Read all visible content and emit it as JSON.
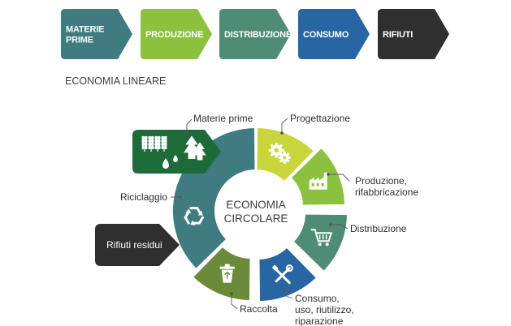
{
  "linear": {
    "steps": [
      {
        "lines": [
          "MATERIE",
          "PRIME"
        ],
        "color": "#3f7b80"
      },
      {
        "lines": [
          "PRODUZIONE"
        ],
        "color": "#8bc13f"
      },
      {
        "lines": [
          "DISTRIBUZIONE"
        ],
        "color": "#4e8c76"
      },
      {
        "lines": [
          "CONSUMO"
        ],
        "color": "#2866a3"
      },
      {
        "lines": [
          "RIFIUTI"
        ],
        "color": "#2f2f2f"
      }
    ],
    "title": "ECONOMIA LINEARE"
  },
  "circular": {
    "center": [
      "ECONOMIA",
      "CIRCOLARE"
    ],
    "segments": [
      {
        "lines": [
          "Progettazione"
        ],
        "color": "#c8d53b",
        "icon": "gears-icon"
      },
      {
        "lines": [
          "Produzione,",
          "rifabbricazione"
        ],
        "color": "#8bc13f",
        "icon": "factory-icon"
      },
      {
        "lines": [
          "Distribuzione"
        ],
        "color": "#4e8c76",
        "icon": "cart-icon"
      },
      {
        "lines": [
          "Consumo,",
          "uso, riutilizzo,",
          "riparazione"
        ],
        "color": "#2866a3",
        "icon": "tools-icon"
      },
      {
        "lines": [
          "Raccolta"
        ],
        "color": "#6b8a3a",
        "icon": "bin-icon"
      },
      {
        "lines": [
          "Riciclaggio"
        ],
        "color": "#3f7b80",
        "icon": "recycle-icon"
      }
    ],
    "raw_materials": {
      "label": "Materie prime",
      "color": "#1e6b3a",
      "icon": "crops-trees-icon"
    },
    "residual_waste": {
      "label": "Rifiuti residui",
      "color": "#2f2f2f"
    }
  }
}
